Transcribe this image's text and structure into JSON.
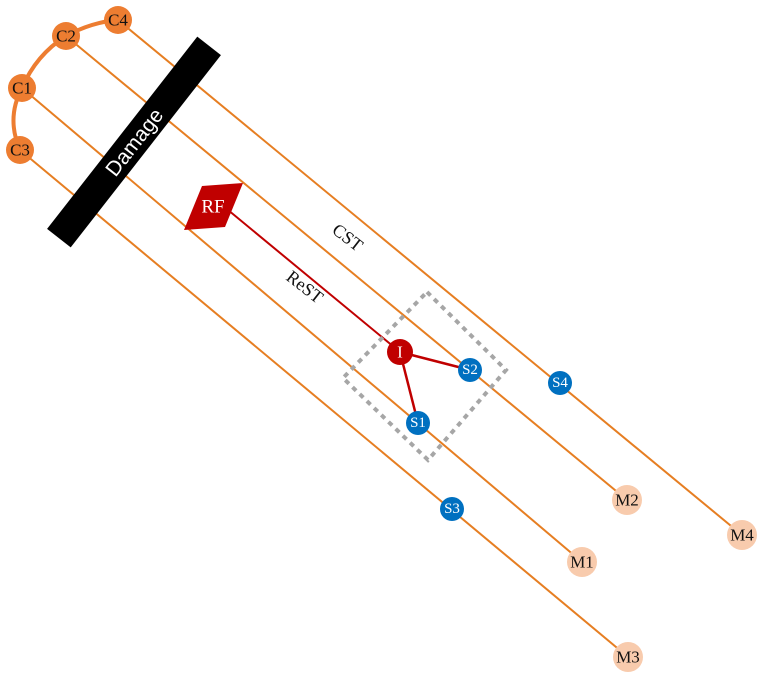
{
  "colors": {
    "tract": "#e67e22",
    "cortical_node": "#ed7d31",
    "motor_node": "#f8cbad",
    "spinal_node": "#0070c0",
    "reticular": "#c00000",
    "damage_bar": "#000000",
    "inset_box": "#a6a6a6"
  },
  "cortical_nodes": {
    "c1": "C1",
    "c2": "C2",
    "c3": "C3",
    "c4": "C4"
  },
  "motor_nodes": {
    "m1": "M1",
    "m2": "M2",
    "m3": "M3",
    "m4": "M4"
  },
  "spinal_nodes": {
    "s1": "S1",
    "s2": "S2",
    "s3": "S3",
    "s4": "S4"
  },
  "reticular": {
    "rf": "RF",
    "interneuron": "I"
  },
  "tract_labels": {
    "cst": "CST",
    "rest": "ReST"
  },
  "damage_label": "Damage"
}
